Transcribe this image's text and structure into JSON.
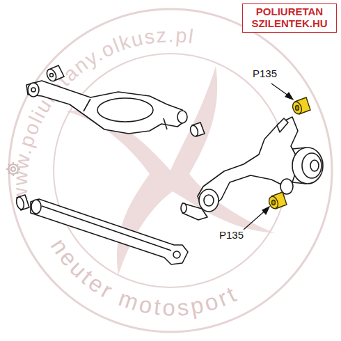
{
  "diagram": {
    "nodes": [
      {
        "text": [
          "POLIURETAN SZILENTEK.HU"
        ]
      }
    ],
    "labels": [
      "www.poliuretany.olkusz.pl",
      "P135",
      "P135",
      "neuter motosport"
    ]
  }
}
